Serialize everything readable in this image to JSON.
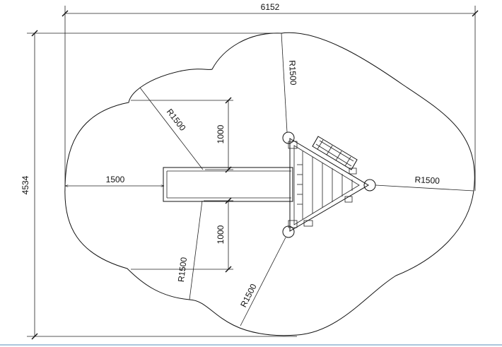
{
  "dimensions": {
    "overall_width": "6152",
    "overall_height": "4534",
    "offset_left": "1500",
    "spacing_upper": "1000",
    "spacing_lower": "1000"
  },
  "radii": {
    "upper_left": "R1500",
    "top": "R1500",
    "right": "R1500",
    "lower_left": "R1500",
    "bottom": "R1500"
  }
}
